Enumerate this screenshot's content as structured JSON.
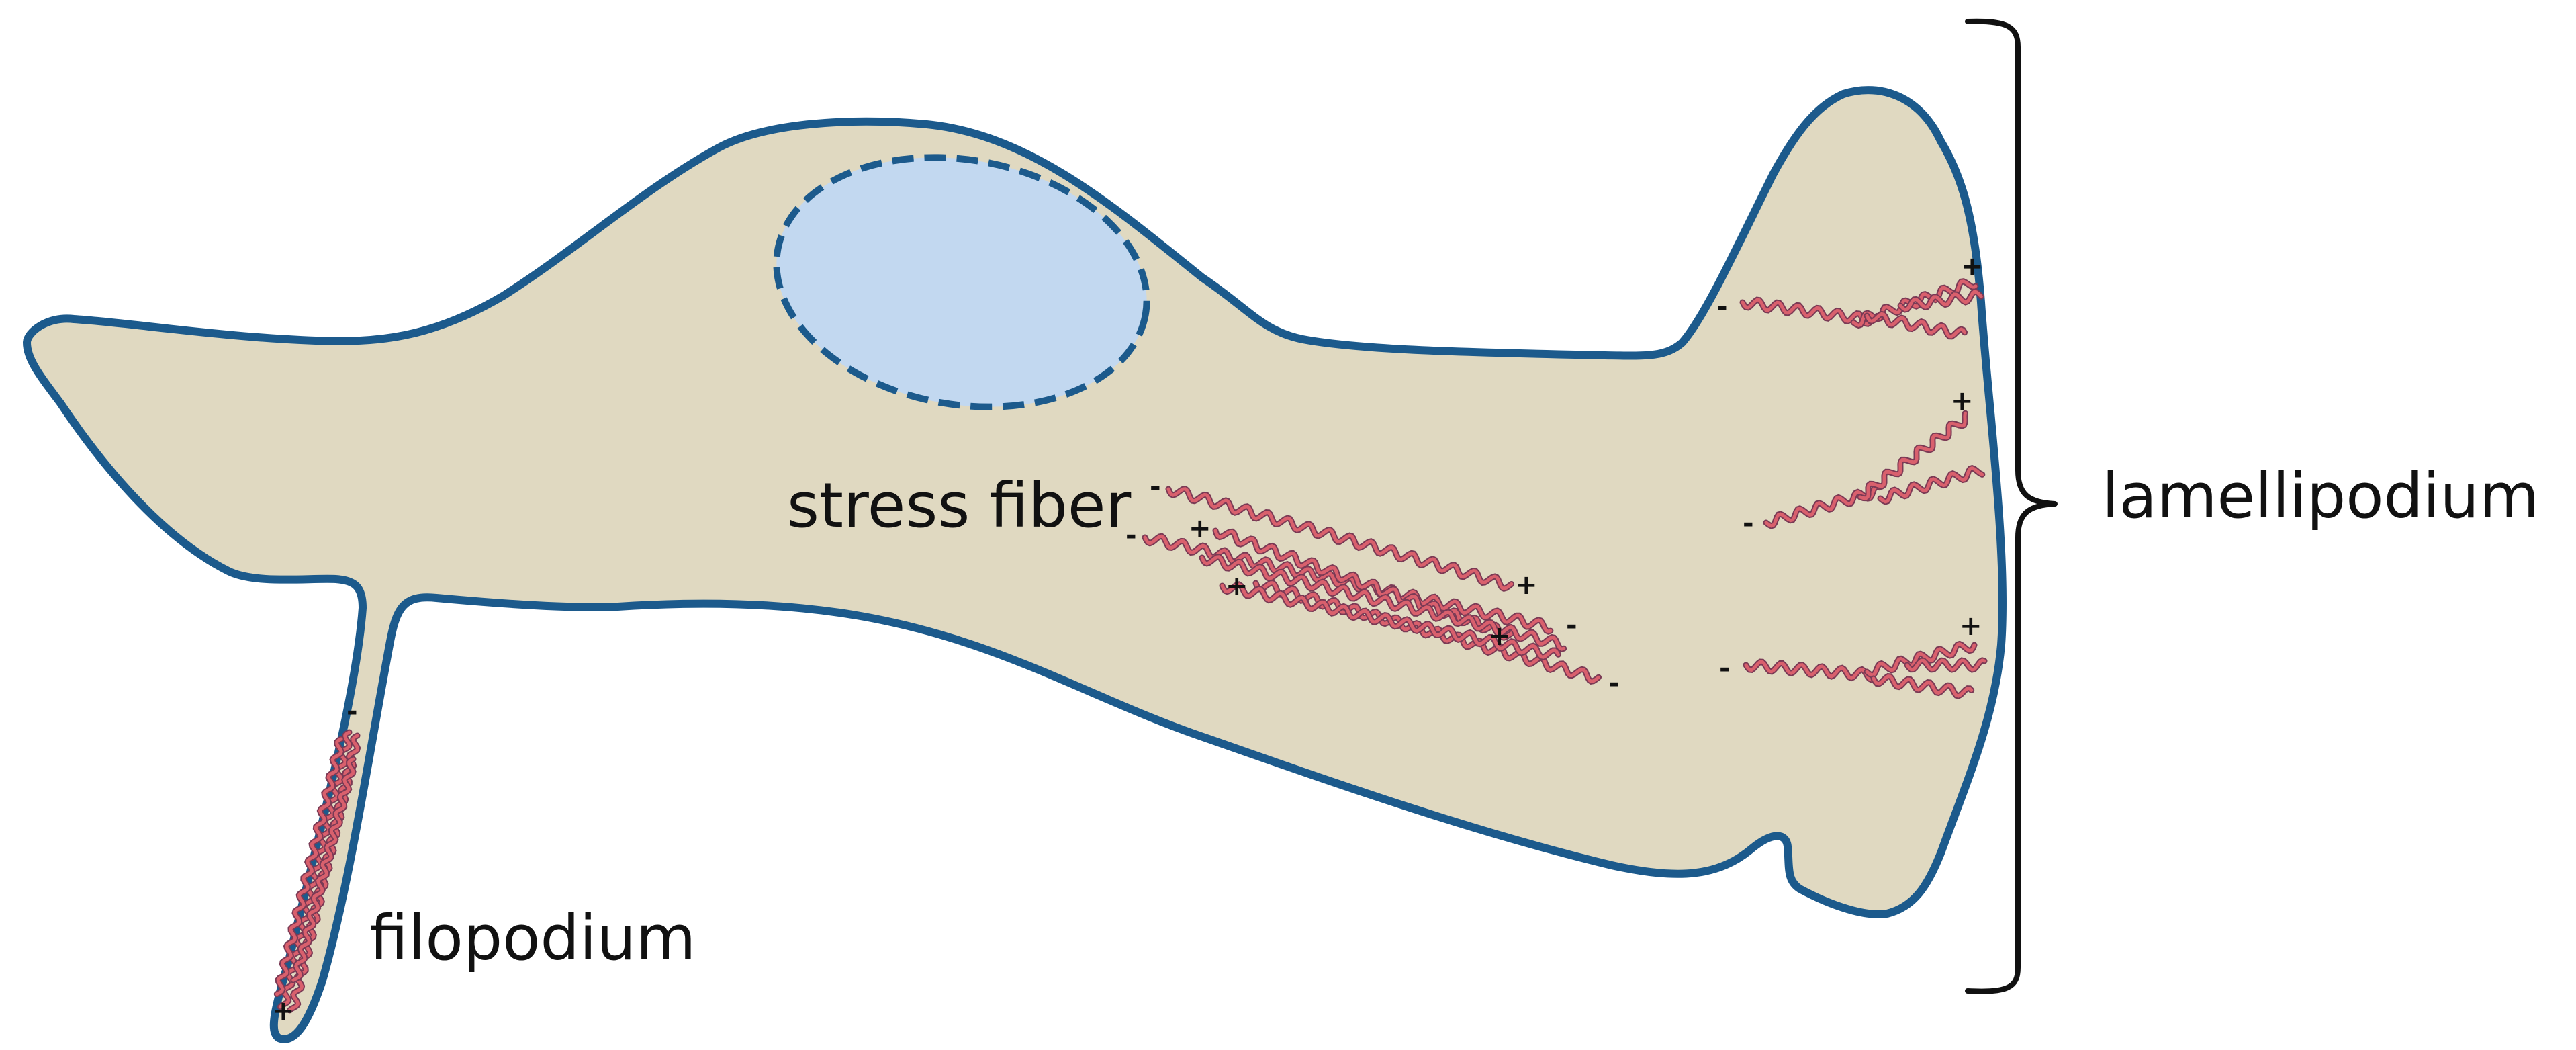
{
  "labels": {
    "stress_fiber": "stress fiber",
    "filopodium": "filopodium",
    "lamellipodium": "lamellipodium"
  },
  "polarity": {
    "plus": "+",
    "minus": "-"
  },
  "colors": {
    "cell_fill": "#e0d9c1",
    "cell_outline": "#1c5a8c",
    "nucleus_fill": "#c2d8f0",
    "nucleus_outline": "#1c5a8c",
    "actin": "#d9606d",
    "actin_outline": "#7a3a55",
    "bracket": "#111111"
  }
}
